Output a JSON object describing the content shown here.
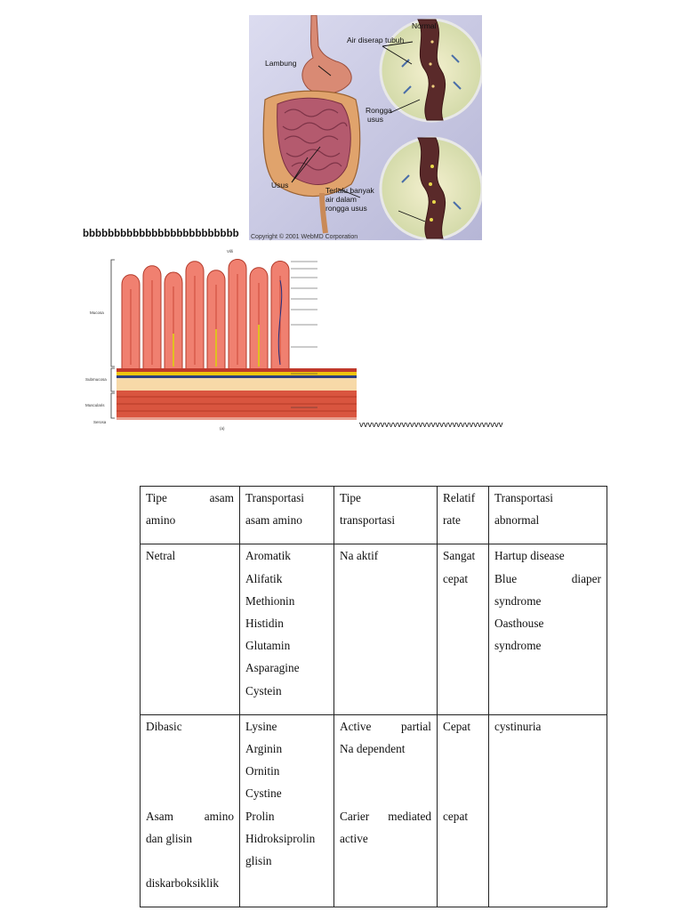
{
  "figure_top": {
    "labels": {
      "normal": "Normal",
      "air_diserap": "Air diserap tubuh",
      "lambung": "Lambung",
      "rongga_usus": [
        "Rongga",
        "usus"
      ],
      "usus": "Usus",
      "terlalu_banyak": [
        "Terlalu banyak",
        "air dalam",
        "rongga usus"
      ],
      "copyright": "Copyright © 2001 WebMD Corporation"
    }
  },
  "filler_b": "bbbbbbbbbbbbbbbbbbbbbbbbb",
  "figure_bottom": {
    "left_labels": [
      "Mucosa",
      "Submucosa",
      "Muscularis",
      "Serosa"
    ],
    "top_label": "Villi",
    "caption": "(a)"
  },
  "filler_v": "vvvvvvvvvvvvvvvvvvvvvvvvvvvvvvvvvv",
  "table": {
    "headers": [
      [
        "Tipe asam",
        "amino"
      ],
      [
        "Transportasi",
        "asam amino"
      ],
      [
        "Tipe",
        "transportasi"
      ],
      [
        "Relatif",
        "rate"
      ],
      [
        "Transportasi",
        "abnormal"
      ]
    ],
    "rows": [
      {
        "tipe": [
          "Netral"
        ],
        "transport": [
          "Aromatik",
          "Alifatik",
          "Methionin",
          "Histidin",
          "Glutamin",
          "Asparagine",
          "Cystein"
        ],
        "jenis": [
          "Na aktif"
        ],
        "rate": [
          "Sangat",
          "cepat"
        ],
        "abnormal": [
          "Hartup disease",
          "Blue diaper",
          "syndrome",
          "Oasthouse",
          "syndrome"
        ]
      },
      {
        "tipe": [
          "Dibasic",
          "",
          "",
          "",
          "Asam amino",
          "dan glisin",
          "",
          "diskarboksiklik"
        ],
        "transport": [
          "Lysine",
          "Arginin",
          "Ornitin",
          "Cystine",
          "Prolin",
          "Hidroksiprolin",
          "glisin"
        ],
        "jenis": [
          "Active partial",
          "Na dependent",
          "",
          "",
          "Carier mediated",
          "active"
        ],
        "rate": [
          "Cepat",
          "",
          "",
          "",
          "cepat"
        ],
        "abnormal": [
          "cystinuria"
        ]
      }
    ]
  }
}
